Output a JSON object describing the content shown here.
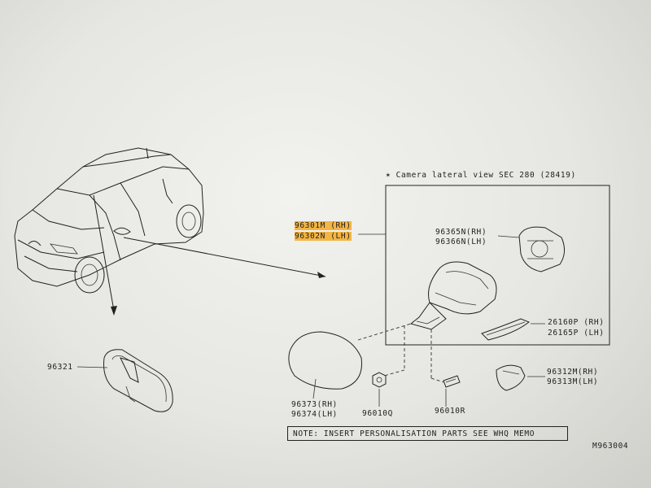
{
  "header": {
    "camera_note": "✶ Camera lateral view SEC 280 (28419)"
  },
  "callouts": {
    "mirror_assy_rh": "96301M (RH)",
    "mirror_assy_lh": "96302N (LH)",
    "glass_rh": "96365N(RH)",
    "glass_lh": "96366N(LH)",
    "lamp_rh": "26160P (RH)",
    "lamp_lh": "26165P (LH)",
    "cover_rh": "96312M(RH)",
    "cover_lh": "96313M(LH)",
    "inner_mirror": "96321",
    "cap_rh": "96373(RH)",
    "cap_lh": "96374(LH)",
    "nut": "96010Q",
    "screw": "96010R"
  },
  "note": "NOTE: INSERT PERSONALISATION PARTS SEE WHQ MEMO",
  "figure_id": "M963004",
  "colors": {
    "highlight": "#f3b544",
    "ink": "#1e1e1e"
  }
}
